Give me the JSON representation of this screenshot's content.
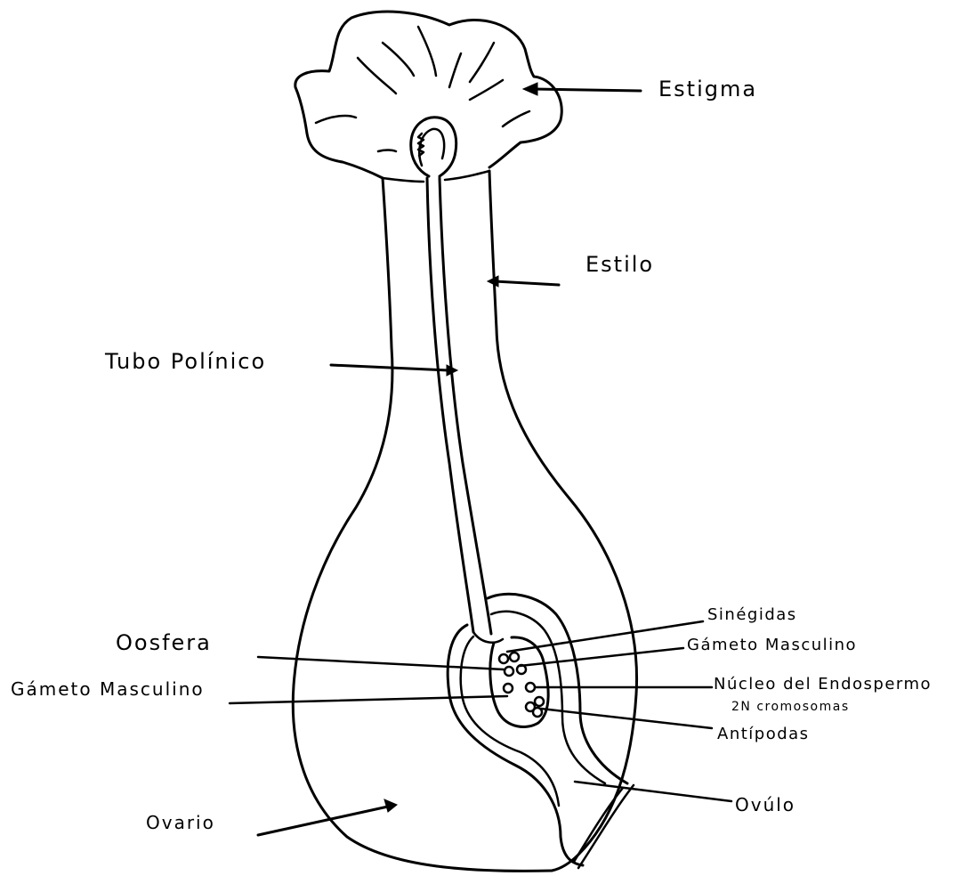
{
  "labels": {
    "estigma": "Estigma",
    "estilo": "Estilo",
    "tubo_polinico": "Tubo Polínico",
    "oosfera": "Oosfera",
    "gameto_masculino_left": "Gámeto Masculino",
    "sinergidas": "Sinégidas",
    "gameto_masculino_right": "Gámeto Masculino",
    "nucleo_endospermo": "Núcleo del Endospermo",
    "cromosomas": "2N cromosomas",
    "antipodas": "Antípodas",
    "ovario": "Ovario",
    "ovulo": "Ovúlo"
  },
  "colors": {
    "ink": "#000000",
    "background": "#ffffff"
  }
}
